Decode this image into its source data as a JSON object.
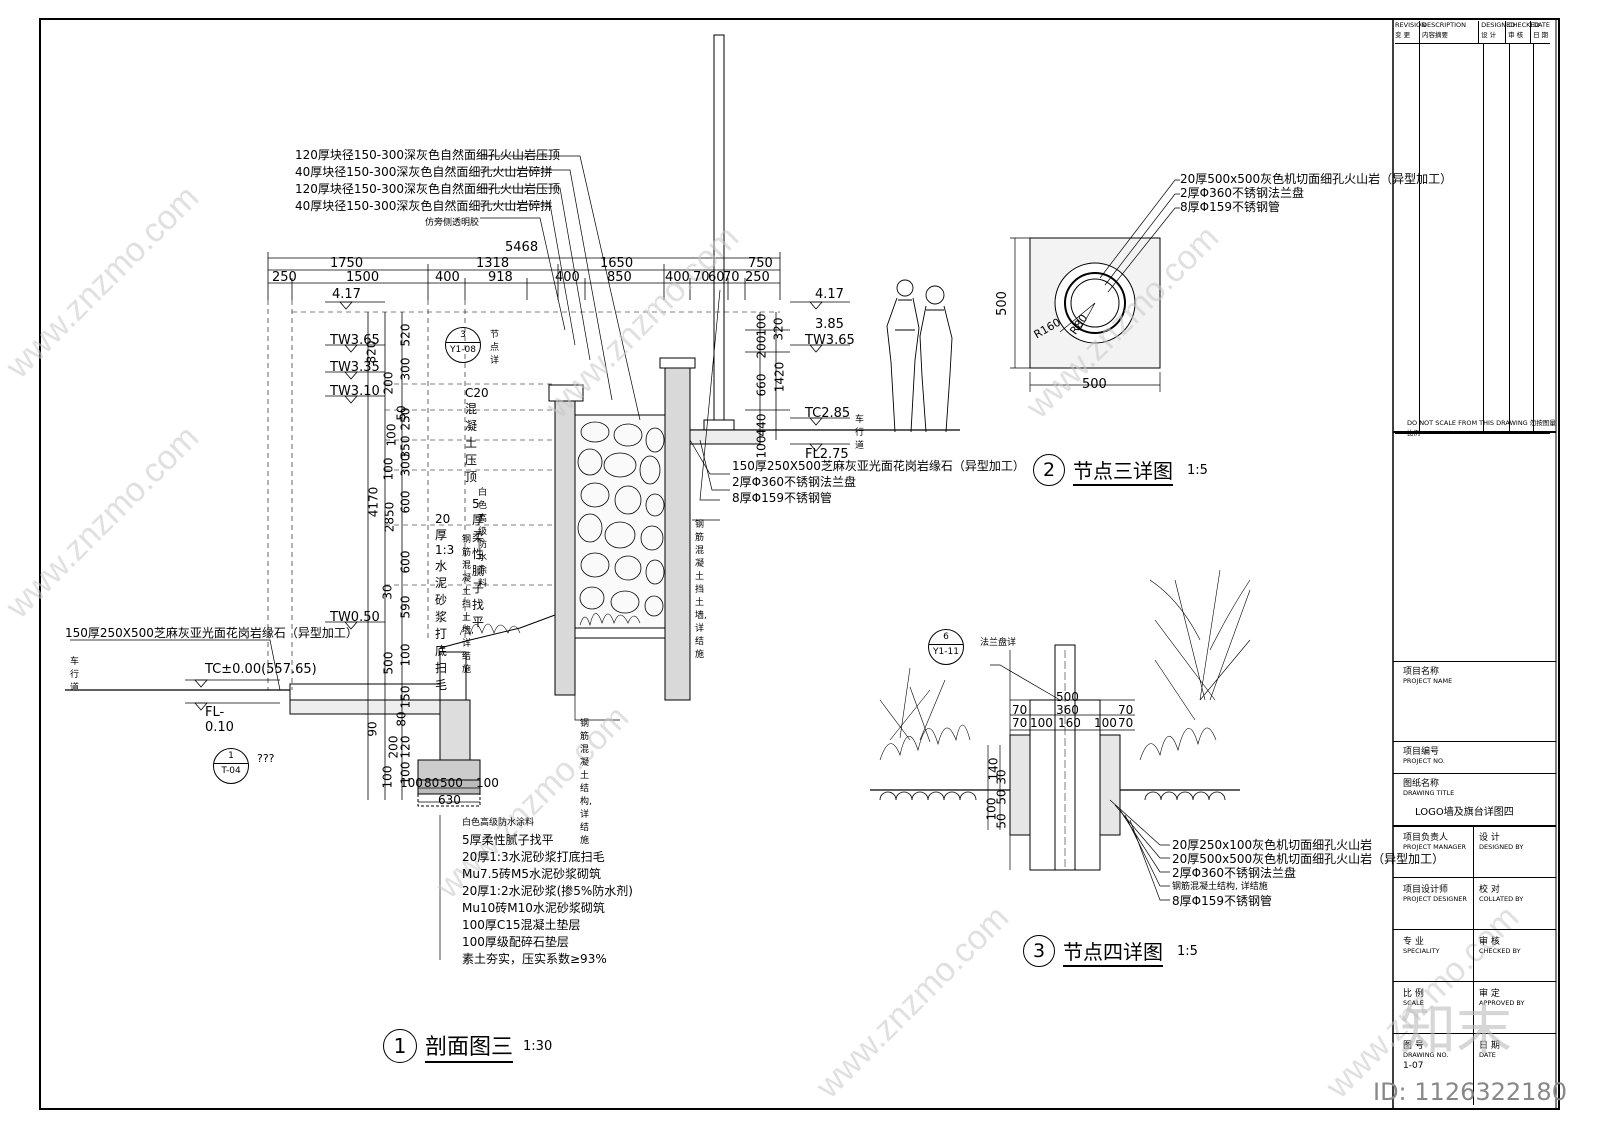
{
  "section1": {
    "title": "剖面图三",
    "scale": "1:30",
    "num": "1",
    "dims_top": [
      "5468",
      "1750",
      "1318",
      "1650",
      "750",
      "250",
      "1500",
      "400",
      "918",
      "400",
      "850",
      "400",
      "70",
      "60",
      "70",
      "250"
    ],
    "callouts_top": [
      "120厚块径150-300深灰色自然面细孔火山岩压顶",
      "40厚块径150-300深灰色自然面细孔火山岩碎拼",
      "120厚块径150-300深灰色自然面细孔火山岩压顶",
      "40厚块径150-300深灰色自然面细孔火山岩碎拼",
      "仿旁侧透明胶"
    ],
    "levels": [
      "4.17",
      "TW3.65",
      "TW3.35",
      "TW3.10",
      "TW0.50",
      "TC±0.00(557.65)",
      "FL-0.10",
      "4.17",
      "3.85",
      "TW3.65",
      "TC2.85",
      "FL2.75"
    ],
    "left_dims": [
      "820",
      "520",
      "300",
      "250",
      "200",
      "350",
      "300",
      "100",
      "600",
      "600",
      "30",
      "590",
      "500",
      "100",
      "4170",
      "2850",
      "50",
      "100",
      "150",
      "90",
      "100",
      "200",
      "120",
      "80",
      "100"
    ],
    "right_dims": [
      "100",
      "320",
      "200",
      "660",
      "1420",
      "440",
      "100"
    ],
    "mid_labels": [
      "节点详",
      "C20混凝土压顶",
      "白色高级防水涂料",
      "5厚柔性腻子找平",
      "20厚1:3水泥砂浆打底扫毛",
      "钢筋混凝土挡土墙, 详结施",
      "钢筋混凝土挡土墙, 详结施",
      "钢筋混凝土结构, 详结施",
      "车行道",
      "车行道",
      "???"
    ],
    "left_callout": "150厚250X500芝麻灰亚光面花岗岩缘石（异型加工）",
    "right_callouts": [
      "150厚250X500芝麻灰亚光面花岗岩缘石（异型加工）",
      "2厚Φ360不锈钢法兰盘",
      "8厚Φ159不锈钢管"
    ],
    "bottom_dims": [
      "100",
      "80",
      "500",
      "100",
      "630"
    ],
    "bottom_callouts": [
      "白色高级防水涂料",
      "5厚柔性腻子找平",
      "20厚1:3水泥砂浆打底扫毛",
      "Mu7.5砖M5水泥砂浆砌筑",
      "20厚1:2水泥砂浆(掺5%防水剂)",
      "Mu10砖M10水泥砂浆砌筑",
      "100厚C15混凝土垫层",
      "100厚级配碎石垫层",
      "素土夯实，压实系数≥93%"
    ],
    "detail_refs": [
      {
        "top": "3",
        "bot": "Y1-08"
      },
      {
        "top": "1",
        "bot": "T-04"
      }
    ]
  },
  "section2": {
    "title": "节点三详图",
    "scale": "1:5",
    "num": "2",
    "dims": [
      "500",
      "500",
      "R160",
      "R80"
    ],
    "callouts": [
      "20厚500x500灰色机切面细孔火山岩（异型加工）",
      "2厚Φ360不锈钢法兰盘",
      "8厚Φ159不锈钢管"
    ]
  },
  "section3": {
    "title": "节点四详图",
    "scale": "1:5",
    "num": "3",
    "dims": [
      "500",
      "70",
      "360",
      "70",
      "70",
      "100",
      "160",
      "100",
      "70",
      "140",
      "30",
      "50",
      "100",
      "50"
    ],
    "ref": {
      "top": "6",
      "bot": "Y1-11"
    },
    "ref_label": "法兰盘详",
    "callouts": [
      "20厚250x100灰色机切面细孔火山岩",
      "20厚500x500灰色机切面细孔火山岩（异型加工）",
      "2厚Φ360不锈钢法兰盘",
      "钢筋混凝土结构, 详结施",
      "8厚Φ159不锈钢管"
    ]
  },
  "titleblock": {
    "rev_headers": [
      {
        "en": "REVISION",
        "cn": "变 更"
      },
      {
        "en": "DESCRIPTION",
        "cn": "内容摘要"
      },
      {
        "en": "DESIGNED",
        "cn": "设 计"
      },
      {
        "en": "CHECKED",
        "cn": "审 核"
      },
      {
        "en": "DATE",
        "cn": "日 期"
      }
    ],
    "note": "DO NOT SCALE FROM THIS DRAWING  勿按图量比例",
    "project_name": {
      "cn": "项目名称",
      "en": "PROJECT NAME"
    },
    "project_no": {
      "cn": "项目编号",
      "en": "PROJECT NO."
    },
    "drawing_title": {
      "cn": "图纸名称",
      "en": "DRAWING TITLE",
      "value": "LOGO墙及旗台详图四"
    },
    "pm": {
      "cn": "项目负责人",
      "en": "PROJECT MANAGER"
    },
    "designed": {
      "cn": "设  计",
      "en": "DESIGNED BY"
    },
    "pd": {
      "cn": "项目设计师",
      "en": "PROJECT DESIGNER"
    },
    "collated": {
      "cn": "校  对",
      "en": "COLLATED BY"
    },
    "speciality": {
      "cn": "专  业",
      "en": "SPECIALITY"
    },
    "checked": {
      "cn": "审  核",
      "en": "CHECKED BY"
    },
    "scale": {
      "cn": "比  例",
      "en": "SCALE"
    },
    "approved": {
      "cn": "审  定",
      "en": "APPROVED BY"
    },
    "drawing_no": {
      "cn": "图  号",
      "en": "DRAWING NO.",
      "value": "1-07"
    },
    "date": {
      "cn": "日  期",
      "en": "DATE"
    }
  },
  "watermark": {
    "site": "www.znzmo.com",
    "brand": "知末",
    "id": "ID: 1126322180"
  }
}
